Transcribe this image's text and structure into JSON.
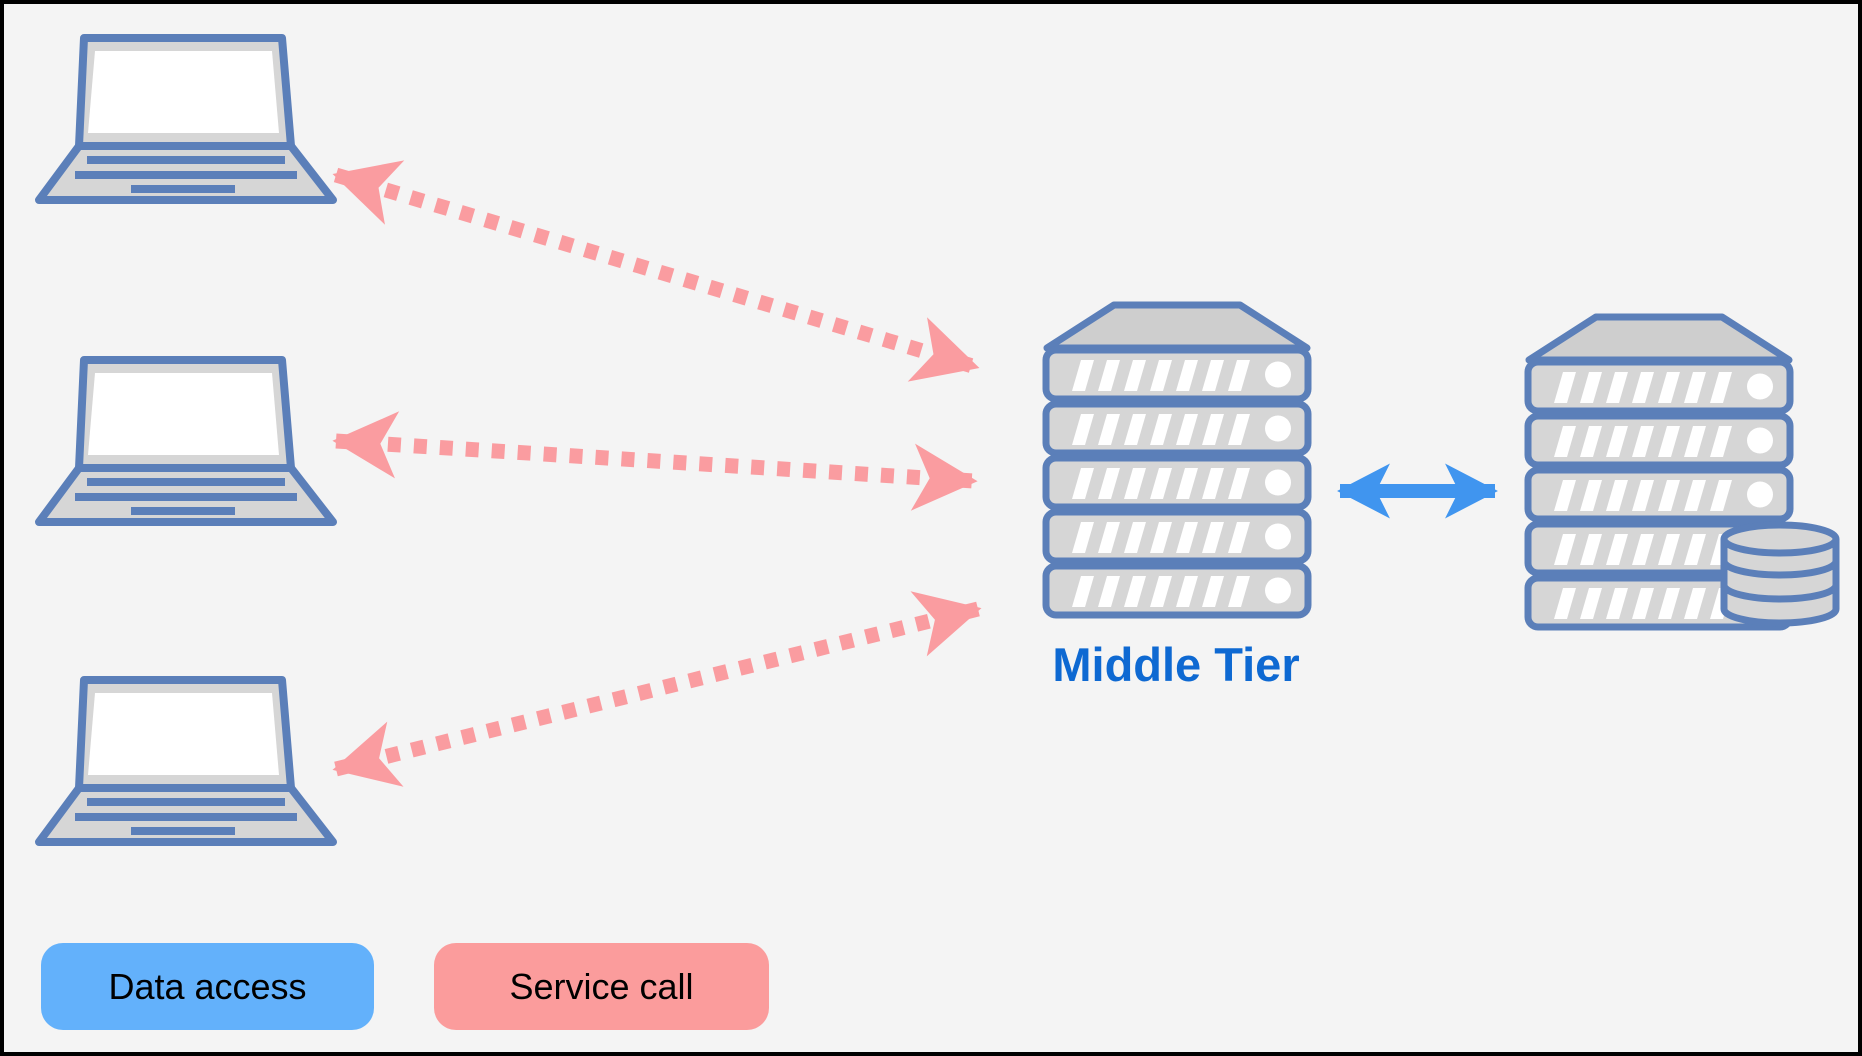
{
  "colors": {
    "background": "#f4f4f4",
    "frame_border": "#000000",
    "outline_blue": "#5b7fb9",
    "fill_grey": "#d6d6d6",
    "fill_grey_dark": "#cecece",
    "screen_white": "#ffffff",
    "service_call_pink": "#fa9ca0",
    "data_access_blue": "#4095ef",
    "middle_tier_label_blue": "#0e69d2",
    "legend_blue": "#63b1fb",
    "legend_pink": "#fb9c9c",
    "legend_text": "#000000"
  },
  "nodes": {
    "clients": [
      {
        "id": "client-1",
        "icon": "laptop-icon"
      },
      {
        "id": "client-2",
        "icon": "laptop-icon"
      },
      {
        "id": "client-3",
        "icon": "laptop-icon"
      }
    ],
    "middle_tier": {
      "id": "middle-tier",
      "label": "Middle Tier",
      "icon": "server-rack-icon"
    },
    "backend": {
      "id": "backend",
      "icon": "server-rack-icon",
      "secondary_icon": "database-icon"
    }
  },
  "edges": [
    {
      "from": "client-1",
      "to": "middle-tier",
      "type": "service-call",
      "style": "dashed",
      "bidirectional": true
    },
    {
      "from": "client-2",
      "to": "middle-tier",
      "type": "service-call",
      "style": "dashed",
      "bidirectional": true
    },
    {
      "from": "client-3",
      "to": "middle-tier",
      "type": "service-call",
      "style": "dashed",
      "bidirectional": true
    },
    {
      "from": "middle-tier",
      "to": "backend",
      "type": "data-access",
      "style": "solid",
      "bidirectional": true
    }
  ],
  "legend": {
    "data_access_label": "Data access",
    "service_call_label": "Service call"
  }
}
